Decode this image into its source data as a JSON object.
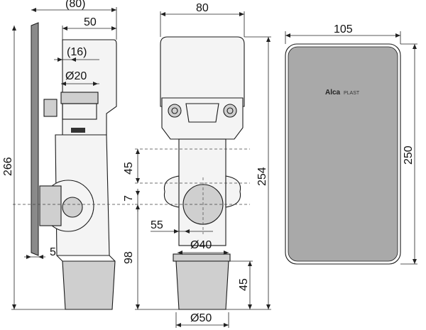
{
  "side_view": {
    "width_total": "(80)",
    "width_top": "50",
    "inlet_offset": "(16)",
    "inlet_diameter": "Ø20",
    "height_total": "266",
    "wall_offset": "5"
  },
  "front_view": {
    "width": "80",
    "height_total": "254",
    "dim_45": "45",
    "dim_7": "7",
    "dim_55": "55",
    "outlet_diameter": "Ø40",
    "dim_98": "98",
    "dim_45_bottom": "45",
    "bottom_diameter": "Ø50"
  },
  "cover_view": {
    "width": "105",
    "height": "250",
    "logo_main": "Alca",
    "logo_sub": "PLAST"
  },
  "colors": {
    "cover_fill": "#a9a9a9",
    "part_fill": "#f4f4f4"
  }
}
